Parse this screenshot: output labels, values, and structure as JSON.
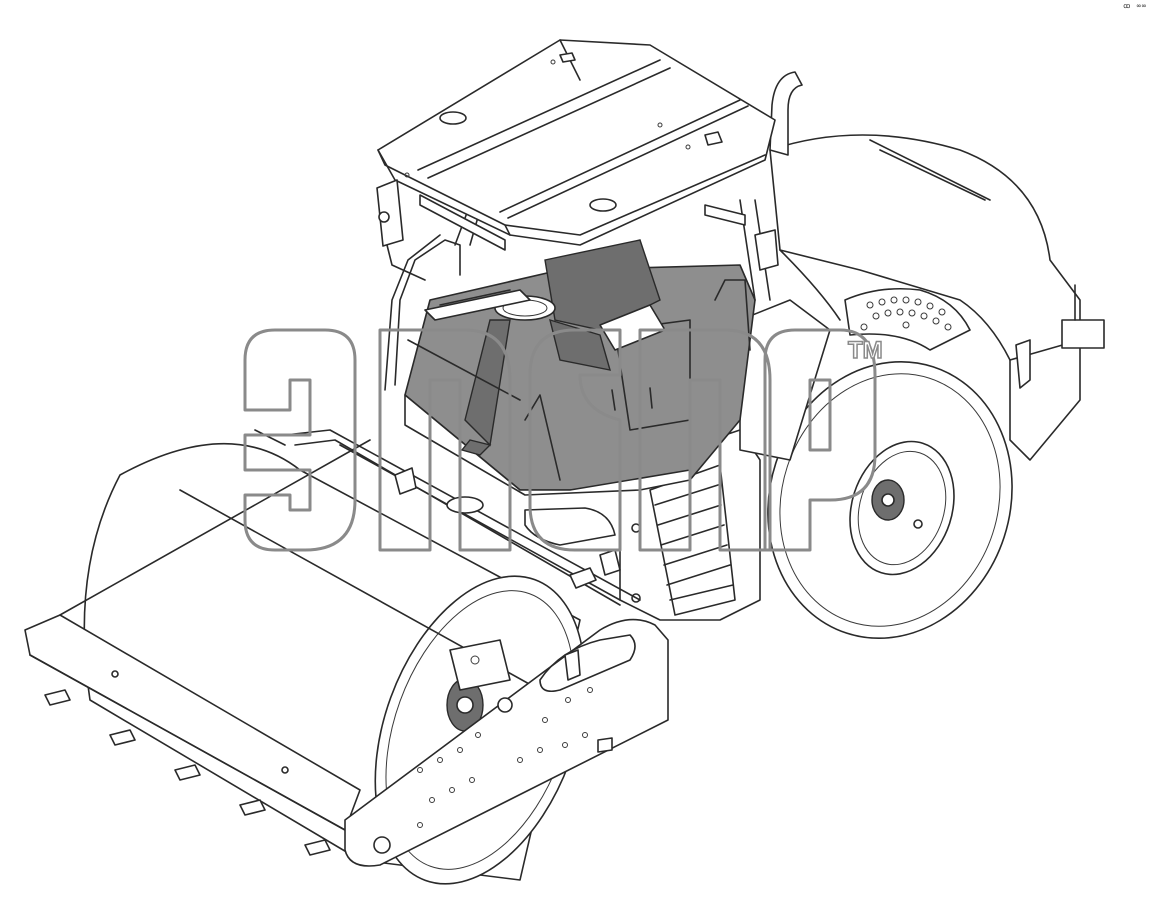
{
  "figure": {
    "subject": "compactor-roller-isometric",
    "highlight_color": "#8e8e8e",
    "line_color": "#2a2a2a",
    "background": "#ffffff"
  },
  "watermark": {
    "logo_text": "adnop",
    "trademark": "TM",
    "color": "#8a8a8a"
  },
  "corner_mark": "ꝏ ∞∞"
}
